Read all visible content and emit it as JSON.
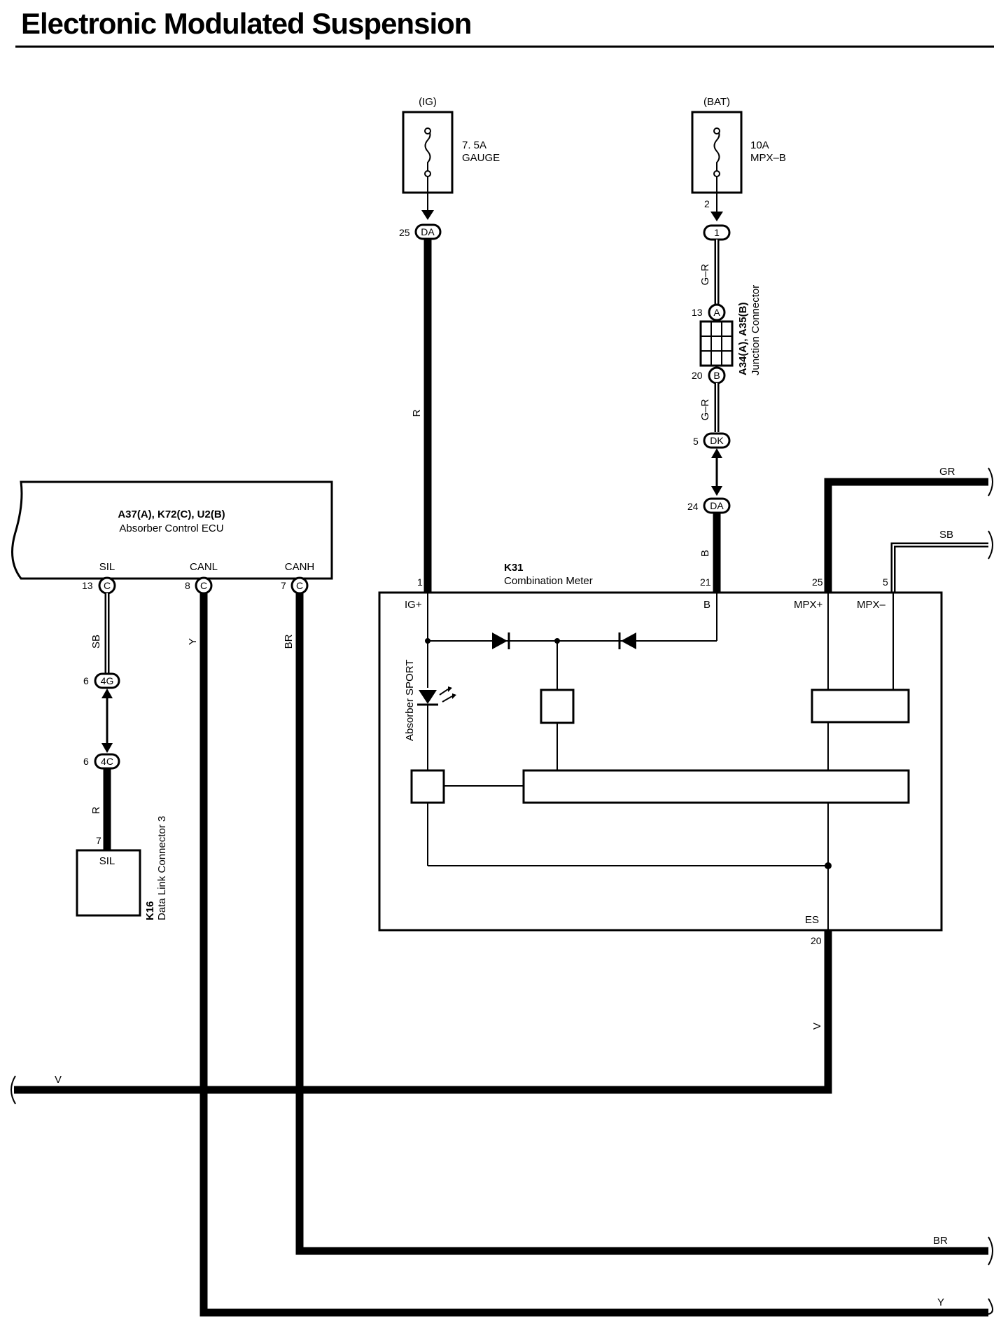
{
  "title": "Electronic Modulated Suspension",
  "power": {
    "ig": {
      "source": "(IG)",
      "fuse_rating": "7. 5A",
      "fuse_name": "GAUGE",
      "pin": "25",
      "connector": "DA"
    },
    "bat": {
      "source": "(BAT)",
      "fuse_rating": "10A",
      "fuse_name": "MPX–B",
      "pin": "2",
      "connector": "1"
    }
  },
  "junction_connector": {
    "id": "A34(A), A35(B)",
    "name": "Junction Connector",
    "pin_a": "13",
    "conn_a": "A",
    "pin_b": "20",
    "conn_b": "B"
  },
  "connectors": {
    "dk": {
      "pin": "5",
      "id": "DK"
    },
    "da24": {
      "pin": "24",
      "id": "DA"
    },
    "g4": {
      "pin": "6",
      "id": "4G"
    },
    "c4": {
      "pin": "6",
      "id": "4C"
    }
  },
  "ecu": {
    "id": "A37(A), K72(C), U2(B)",
    "name": "Absorber Control ECU",
    "terminals": [
      {
        "name": "SIL",
        "pin": "13",
        "connector": "C"
      },
      {
        "name": "CANL",
        "pin": "8",
        "connector": "C"
      },
      {
        "name": "CANH",
        "pin": "7",
        "connector": "C"
      }
    ]
  },
  "meter": {
    "id": "K31",
    "name": "Combination Meter",
    "terminals": [
      {
        "name": "IG+",
        "pin": "1"
      },
      {
        "name": "B",
        "pin": "21"
      },
      {
        "name": "MPX+",
        "pin": "25"
      },
      {
        "name": "MPX–",
        "pin": "5"
      },
      {
        "name": "ES",
        "pin": "20"
      }
    ],
    "indicator": "Absorber SPORT"
  },
  "dlc": {
    "id": "K16",
    "name": "Data Link Connector 3",
    "terminal": "SIL",
    "pin": "7"
  },
  "wires": {
    "ig_line": "R",
    "bat_upper": "G–R",
    "bat_lower": "G–R",
    "b_line": "B",
    "sil_upper": "SB",
    "canl": "Y",
    "canh": "BR",
    "dlc_line": "R",
    "es_line": "V",
    "v_bus": "V",
    "gr_bus": "GR",
    "sb_bus": "SB",
    "br_bus": "BR",
    "y_bus": "Y"
  }
}
